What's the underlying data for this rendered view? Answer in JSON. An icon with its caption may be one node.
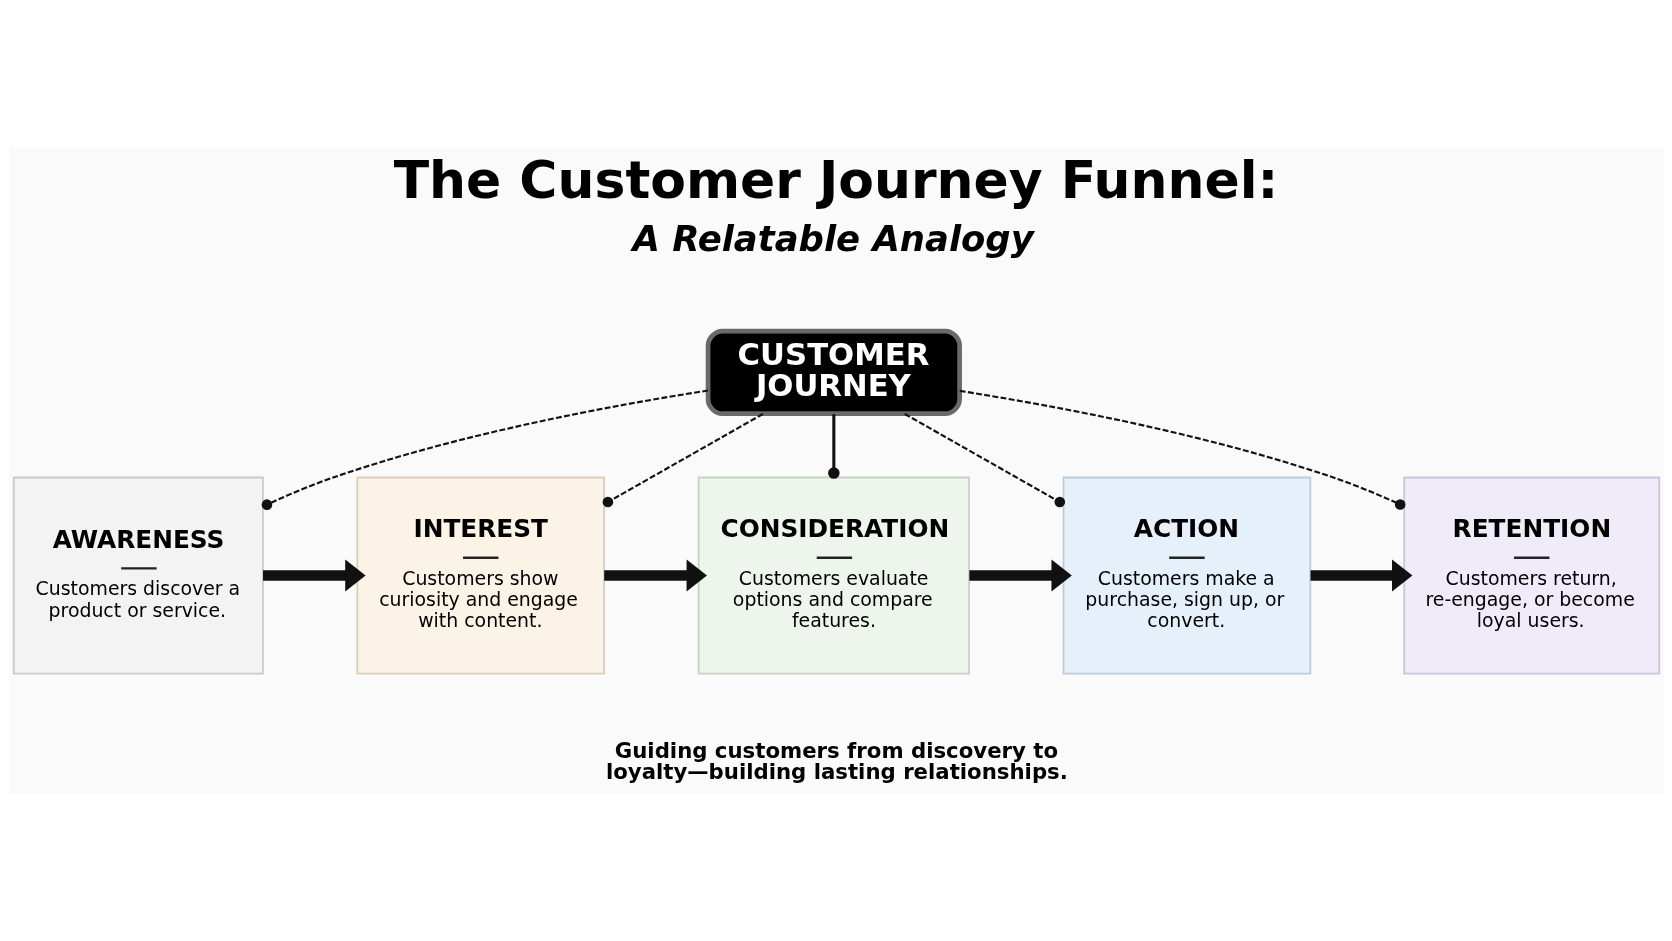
{
  "diagram": {
    "title": "The Customer Journey Funnel:",
    "nodes": [
      {
        "text": [
          "CUSTOMER JOURNEY"
        ]
      },
      {
        "text": [
          "AWARENESS",
          "Customers discover a product or service."
        ]
      },
      {
        "text": [
          "INTEREST",
          "Customers show curiosity and engage with content."
        ]
      },
      {
        "text": [
          "CONSIDERATION",
          "Customers evaluate options and compare features."
        ]
      },
      {
        "text": [
          "ACTION",
          "Customers make a purchase, sign up, or convert."
        ]
      },
      {
        "text": [
          "RETENTION",
          "Customers return, re-engage, or become loyal users."
        ]
      }
    ],
    "edges": [
      {
        "from": 0,
        "to": 1,
        "arrow": "other",
        "style": "dashed"
      },
      {
        "from": 0,
        "to": 2,
        "arrow": "other",
        "style": "dashed"
      },
      {
        "from": 0,
        "to": 3,
        "arrow": "other"
      },
      {
        "from": 0,
        "to": 4,
        "arrow": "other",
        "style": "dashed"
      },
      {
        "from": 0,
        "to": 5,
        "arrow": "other",
        "style": "dashed"
      },
      {
        "from": 1,
        "to": 2,
        "arrow": "to",
        "style": "thick"
      },
      {
        "from": 2,
        "to": 3,
        "arrow": "to",
        "style": "thick"
      },
      {
        "from": 3,
        "to": 4,
        "arrow": "to",
        "style": "thick"
      },
      {
        "from": 4,
        "to": 5,
        "arrow": "to",
        "style": "thick"
      }
    ],
    "labels": [
      "A Relatable Analogy",
      "Guiding customers from discovery to loyalty—building lasting relationships."
    ]
  }
}
